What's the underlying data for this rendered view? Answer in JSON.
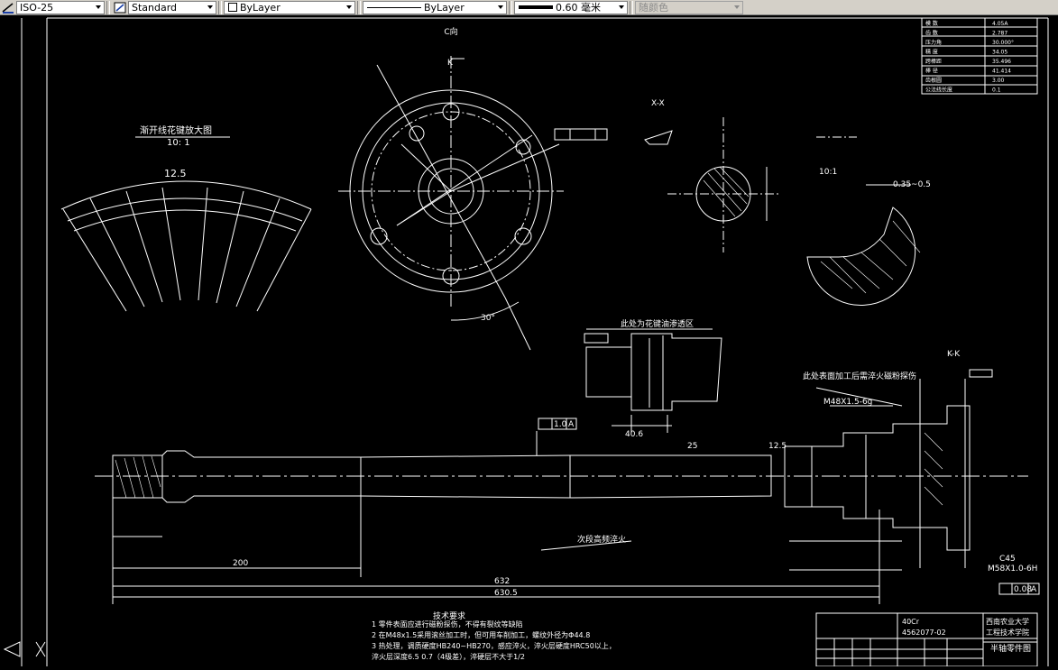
{
  "toolbar": {
    "dim_style": "ISO-25",
    "text_style": "Standard",
    "layer": "ByLayer",
    "linetype": "ByLayer",
    "lineweight": "0.60 毫米",
    "plot_style": "随颜色"
  },
  "drawing": {
    "view_c": "C向",
    "view_k_marker": "K",
    "view_xx": "X-X",
    "view_kk": "K-K",
    "spline_title": "渐开线花键放大图",
    "spline_scale": "10: 1",
    "spline_dim": "12.5",
    "detail_scale": "10:1",
    "detail_dim": "0.35~0.5",
    "angle_30": "30°",
    "dim_200": "200",
    "dim_632": "632",
    "dim_630": "630.5",
    "dim_40_6": "40.6",
    "dim_12_5": "12.5",
    "dim_25": "25",
    "flat_tol": "0.08",
    "runout_tol": "1.0",
    "datum_a": "A",
    "thread_m": "M48X1.5-6g",
    "thread_m2": "M58X1.0-6H",
    "chamfer": "C45",
    "note_quench": "次段高频淬火",
    "note_area": "此处为花键油渗透区",
    "note_surface": "此处表面加工后需淬火磁粉探伤",
    "tech_title": "技术要求",
    "tech_notes": [
      "1  零件表面应进行磁粉探伤，不得有裂纹等缺陷",
      "2  在M48x1.5采用滚丝加工时，但可用车削加工，螺纹外径为Φ44.8",
      "3  热处理，调质硬度HB240~HB270，感应淬火，淬火层硬度HRC50以上，",
      "   淬火层深度6.5 0.7（4级差），淬硬层不大于1/2"
    ],
    "spline_table": [
      {
        "k": "模  数",
        "v": "4.05A"
      },
      {
        "k": "齿  数",
        "v": "2.787"
      },
      {
        "k": "压力角",
        "v": "30.000°"
      },
      {
        "k": "精  度",
        "v": "34.05"
      },
      {
        "k": "跨棒距",
        "v": "35.496"
      },
      {
        "k": "棒  径",
        "v": "41.414"
      },
      {
        "k": "齿根圆",
        "v": "3.00"
      },
      {
        "k": "公法线长度",
        "v": "0.1"
      }
    ],
    "title_block": {
      "school": "西南农业大学",
      "dept": "工程技术学院",
      "part": "半轴零件图",
      "material": "40Cr",
      "code": "4562077-02"
    }
  }
}
